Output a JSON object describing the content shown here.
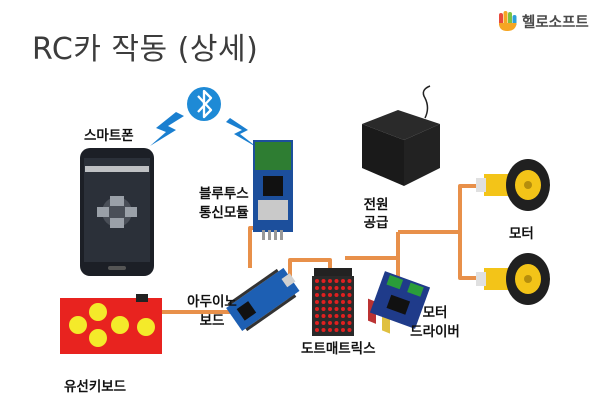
{
  "title": "RC카 작동 (상세)",
  "brand": {
    "name": "헬로소프트",
    "logo_icon": "hand-logo-icon"
  },
  "labels": {
    "smartphone": "스마트폰",
    "bluetooth": "블루투스",
    "module": "통신모듈",
    "battery_1": "전원",
    "battery_2": "공급",
    "motor": "모터",
    "arduino_1": "아두이노",
    "arduino_2": "보드",
    "matrix": "도트매트릭스",
    "driver_1": "모터",
    "driver_2": "드라이버",
    "keyboard": "유선키보드"
  },
  "icons": {
    "bluetooth": "bluetooth-icon",
    "signal_left": "lightning-signal-icon",
    "signal_right": "lightning-signal-icon"
  },
  "colors": {
    "wire": "#e8904a",
    "bluetooth": "#1e8ad6",
    "signal": "#1a7fd0"
  }
}
